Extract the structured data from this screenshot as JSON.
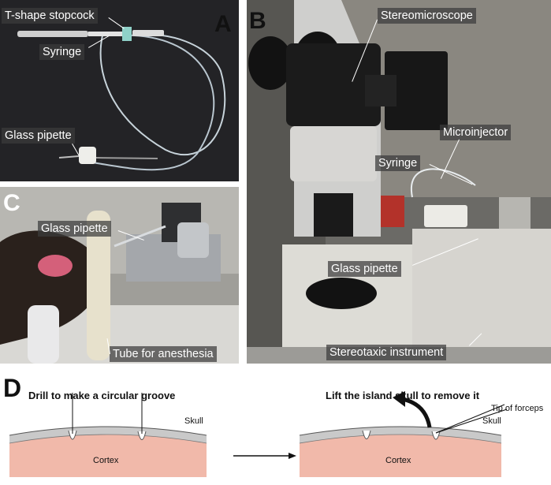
{
  "panels": {
    "a": {
      "letter": "A",
      "labels": {
        "stopcock": "T-shape stopcock",
        "syringe": "Syringe",
        "pipette": "Glass pipette"
      }
    },
    "b": {
      "letter": "B",
      "labels": {
        "stereomicroscope": "Stereomicroscope",
        "microinjector": "Microinjector",
        "syringe": "Syringe",
        "pipette": "Glass pipette",
        "stereotaxic": "Stereotaxic instrument"
      }
    },
    "c": {
      "letter": "C",
      "labels": {
        "pipette": "Glass pipette",
        "tube": "Tube for anesthesia"
      }
    },
    "d": {
      "letter": "D",
      "left": {
        "caption": "Drill to make a circular groove",
        "skull": "Skull",
        "cortex": "Cortex"
      },
      "right": {
        "caption": "Lift the island skull to remove it",
        "forceps": "Tip of forceps",
        "skull": "Skull",
        "cortex": "Cortex"
      }
    }
  },
  "colors": {
    "cortex": "#f1b9aa",
    "skull": "#c9c9c9",
    "arrow": "#111111"
  }
}
